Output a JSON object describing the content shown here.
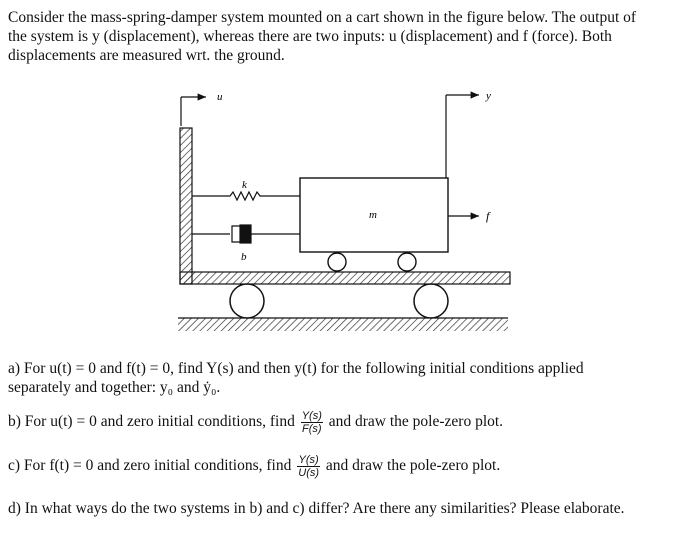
{
  "intro": {
    "line1": "Consider the mass-spring-damper system mounted on a cart shown in the figure below. The output of",
    "line2": "the system is y (displacement), whereas there are two inputs: u (displacement) and f (force). Both",
    "line3": "displacements are measured wrt. the ground."
  },
  "figure": {
    "label_u": "u",
    "label_y": "y",
    "label_k": "k",
    "label_b": "b",
    "label_m": "m",
    "label_f": "f"
  },
  "questions": {
    "a_line1": "a) For u(t) = 0 and f(t) = 0, find Y(s) and then y(t) for the following initial conditions applied",
    "a_line2": "separately and together: y₀ and ẏ₀.",
    "b_pre": "b) For u(t) = 0 and zero initial conditions, find",
    "b_num": "Y(s)",
    "b_den": "F(s)",
    "b_post": "and draw the pole-zero plot.",
    "c_pre": "c) For f(t) = 0 and zero initial conditions, find",
    "c_num": "Y(s)",
    "c_den": "U(s)",
    "c_post": "and draw the pole-zero plot.",
    "d": "d) In what ways do the two systems in b) and c) differ? Are there any similarities? Please elaborate."
  }
}
